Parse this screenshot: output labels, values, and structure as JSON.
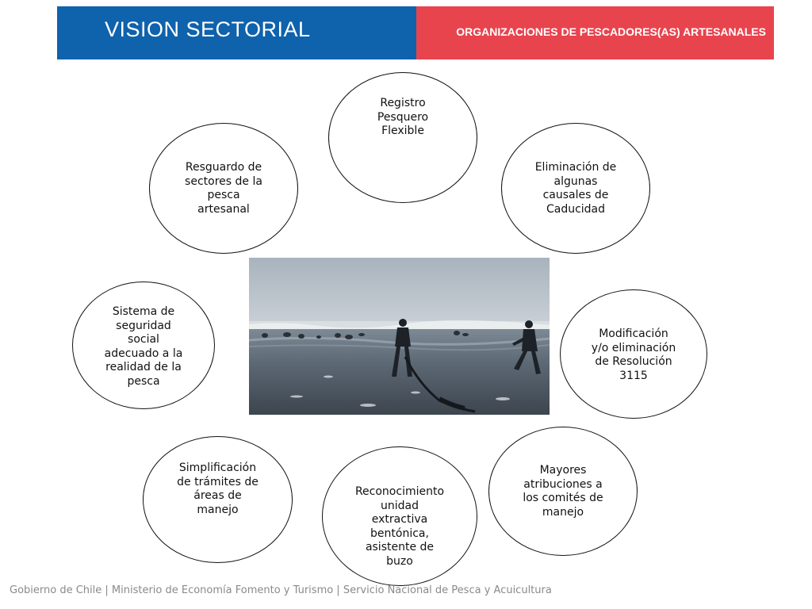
{
  "header": {
    "title": "VISION SECTORIAL",
    "subtitle": "ORGANIZACIONES DE PESCADORES(AS) ARTESANALES",
    "colors": {
      "blue": "#0f62ac",
      "red": "#e8444e"
    }
  },
  "diagram": {
    "nodes": [
      {
        "label": "Registro\nPesquero\nFlexible"
      },
      {
        "label": "Eliminación de\nalgunas\ncausales de\nCaducidad"
      },
      {
        "label": "Modificación\ny/o eliminación\nde Resolución\n3115"
      },
      {
        "label": "Mayores\natribuciones a\nlos comités de\nmanejo"
      },
      {
        "label": "Reconocimiento\nunidad\nextractiva\nbentónica,\nasistente de\nbuzo"
      },
      {
        "label": "Simplificación\nde trámites de\náreas de\nmanejo"
      },
      {
        "label": "Sistema de\nseguridad\nsocial\nadecuado a la\nrealidad de la\npesca"
      },
      {
        "label": "Resguardo de\nsectores de la\npesca\nartesanal"
      }
    ],
    "center_image": "photo-fishermen-beach"
  },
  "footer": {
    "text": "Gobierno de Chile | Ministerio de Economía Fomento y Turismo | Servicio Nacional de Pesca y Acuicultura"
  }
}
